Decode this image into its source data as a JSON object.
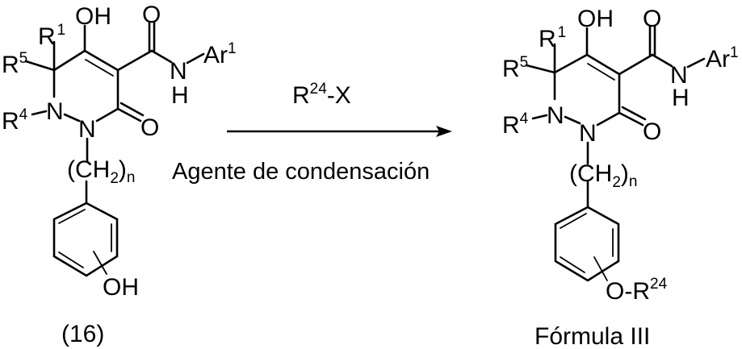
{
  "reaction": {
    "reagent_above_arrow": {
      "base": "R",
      "sup": "24",
      "tail": "-X"
    },
    "condition_below_arrow": "Agente de condensación"
  },
  "starting_material": {
    "caption": "(16)",
    "labels": {
      "oh_top": "OH",
      "r1": {
        "base": "R",
        "sup": "1"
      },
      "r5": {
        "base": "R",
        "sup": "5"
      },
      "r4": {
        "base": "R",
        "sup": "4"
      },
      "n_ring1": "N",
      "n_ring2": "N",
      "o_amide": "O",
      "o_ring": "O",
      "nh_n": "N",
      "nh_h": "H",
      "ar1": {
        "base": "Ar",
        "sup": "1"
      },
      "ch2n": {
        "open": "(CH",
        "sub2": "2",
        "close": ")",
        "subn": "n"
      },
      "aryl_substituent": "OH"
    }
  },
  "product": {
    "caption": "Fórmula III",
    "labels": {
      "oh_top": "OH",
      "r1": {
        "base": "R",
        "sup": "1"
      },
      "r5": {
        "base": "R",
        "sup": "5"
      },
      "r4": {
        "base": "R",
        "sup": "4"
      },
      "n_ring1": "N",
      "n_ring2": "N",
      "o_amide": "O",
      "o_ring": "O",
      "nh_n": "N",
      "nh_h": "H",
      "ar1": {
        "base": "Ar",
        "sup": "1"
      },
      "ch2n": {
        "open": "(CH",
        "sub2": "2",
        "close": ")",
        "subn": "n"
      },
      "aryl_substituent": {
        "base": "O-R",
        "sup": "24"
      }
    }
  },
  "colors": {
    "ink": "#000000",
    "background": "#ffffff"
  }
}
